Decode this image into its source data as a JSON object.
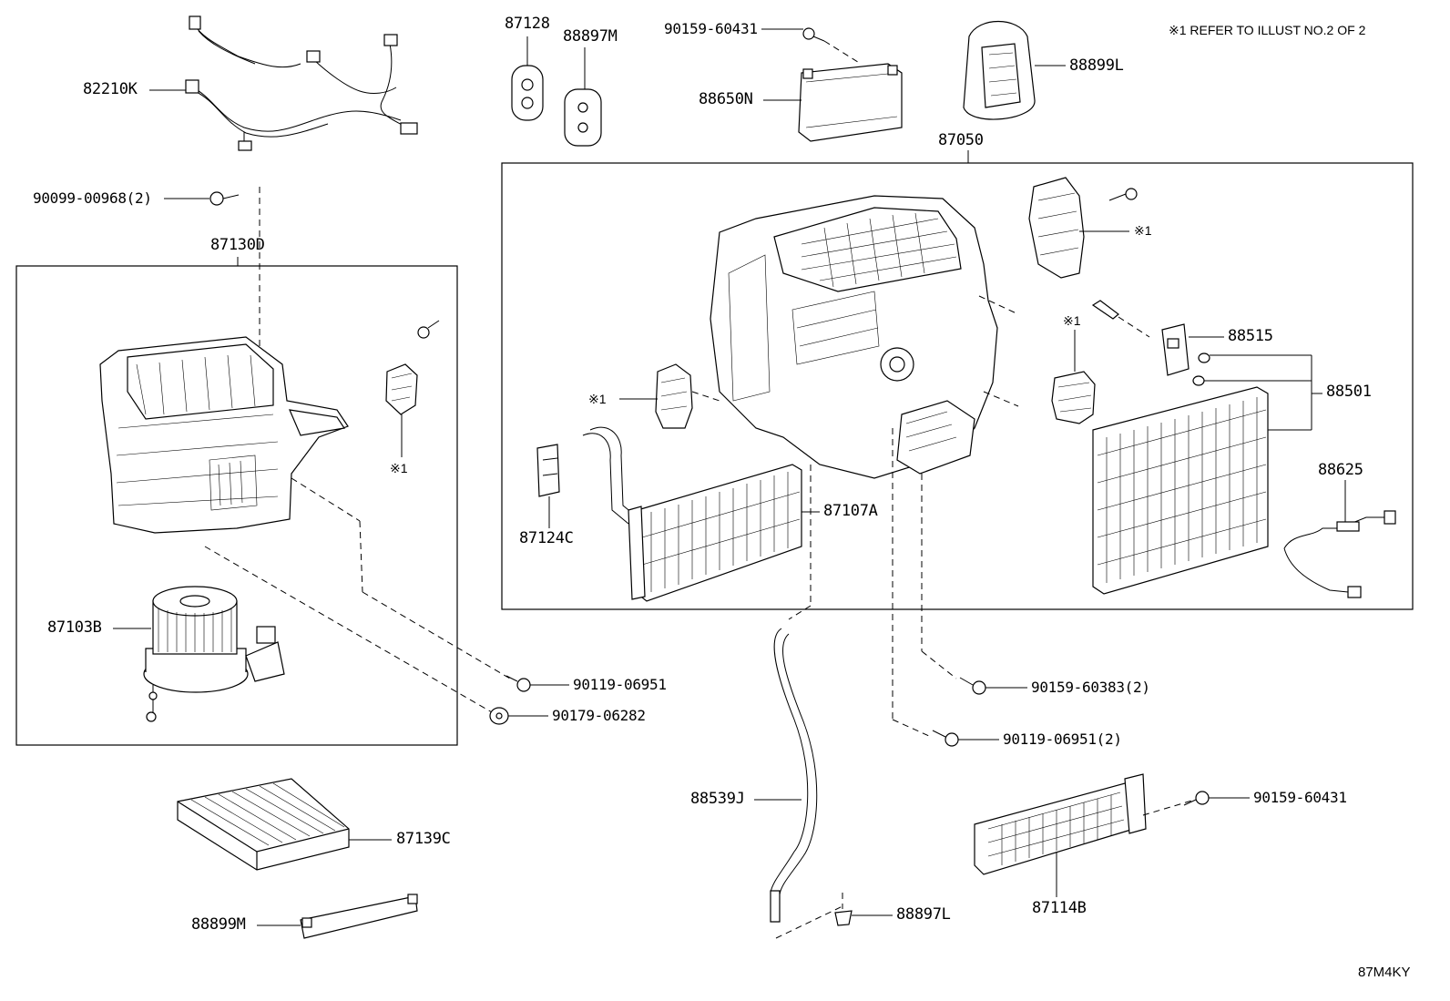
{
  "diagram": {
    "note": "※1 REFER TO ILLUST NO.2 OF 2",
    "code": "87M4KY",
    "labels": {
      "p82210K": "82210K",
      "p87128": "87128",
      "p88897M": "88897M",
      "p90159_60431_top": "90159-60431",
      "p88650N": "88650N",
      "p88899L": "88899L",
      "p87050": "87050",
      "p90099_00968": "90099-00968(2)",
      "p87130D": "87130D",
      "ref1_left": "※1",
      "ref1_mid": "※1",
      "ref1_topright": "※1",
      "ref1_right": "※1",
      "p88515": "88515",
      "p88501": "88501",
      "p88625": "88625",
      "p87124C": "87124C",
      "p87107A": "87107A",
      "p87103B": "87103B",
      "p90119_06951": "90119-06951",
      "p90179_06282": "90179-06282",
      "p90159_60383": "90159-60383(2)",
      "p90119_06951_2": "90119-06951(2)",
      "p88539J": "88539J",
      "p90159_60431_bot": "90159-60431",
      "p87139C": "87139C",
      "p87114B": "87114B",
      "p88899M": "88899M",
      "p88897L": "88897L"
    }
  }
}
